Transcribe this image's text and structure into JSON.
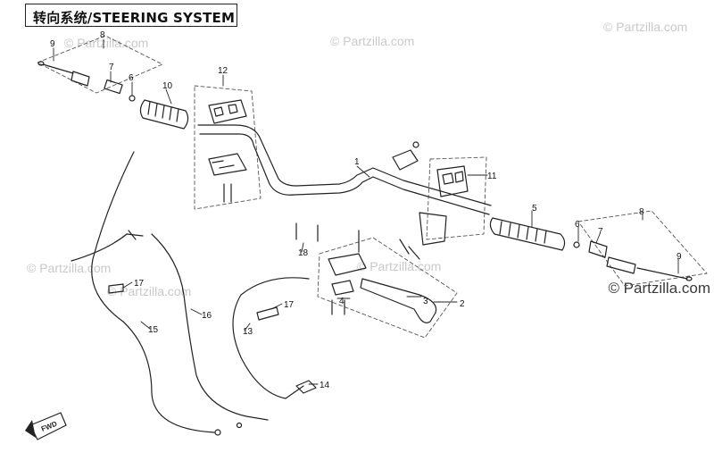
{
  "title": "转向系统/STEERING SYSTEM",
  "watermarks": [
    "© Partzilla.com",
    "© Partzilla.com",
    "© Partzilla.com",
    "© Partzilla.com",
    "© Partzilla.com",
    "© Partzilla.com"
  ],
  "watermark_main": "© Partzilla.com",
  "fwd_label": "FWD",
  "callouts": [
    "1",
    "2",
    "3",
    "4",
    "5",
    "6",
    "7",
    "8",
    "9",
    "10",
    "11",
    "12",
    "13",
    "14",
    "15",
    "16",
    "17",
    "17",
    "18",
    "6",
    "7",
    "8",
    "9"
  ],
  "colors": {
    "line": "#222222",
    "dash": "#555555",
    "watermark": "#c9c9c9"
  }
}
